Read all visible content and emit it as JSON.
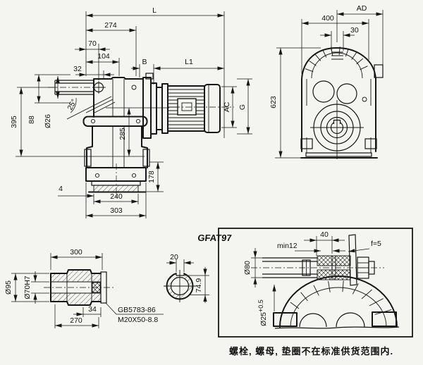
{
  "front_view": {
    "dim_L": "L",
    "dim_274": "274",
    "dim_70": "70",
    "dim_104": "104",
    "dim_32": "32",
    "dim_B": "B",
    "dim_L1": "L1",
    "dim_395": "395",
    "dim_88": "88",
    "dim_shaft_dia": "Ø26",
    "dim_angle": "25°",
    "dim_285": "285",
    "dim_178": "178",
    "dim_4": "4",
    "dim_240": "240",
    "dim_303": "303",
    "dim_AC": "AC",
    "dim_G": "G"
  },
  "end_view": {
    "dim_AD": "AD",
    "dim_400": "400",
    "dim_30": "30",
    "dim_623": "623"
  },
  "shaft_detail": {
    "dim_300": "300",
    "dim_dia95": "Ø95",
    "dim_bore": "Ø70H7",
    "dim_34": "34",
    "dim_270": "270",
    "bolt_standard": "GB5783-86",
    "bolt_spec": "M20X50-8.8"
  },
  "bore_section": {
    "dim_keyway_width": "20",
    "dim_keyway_depth": "74.9"
  },
  "mount_detail": {
    "title": "GFAT97",
    "dim_min": "min12",
    "dim_40": "40",
    "dim_f": "f=5",
    "dim_dia80": "Ø80",
    "dim_dia25": "Ø25",
    "dim_dia25_tol": "+0.5"
  },
  "footnote": {
    "text": "螺栓, 螺母, 垫圈不在标准供货范围内."
  }
}
